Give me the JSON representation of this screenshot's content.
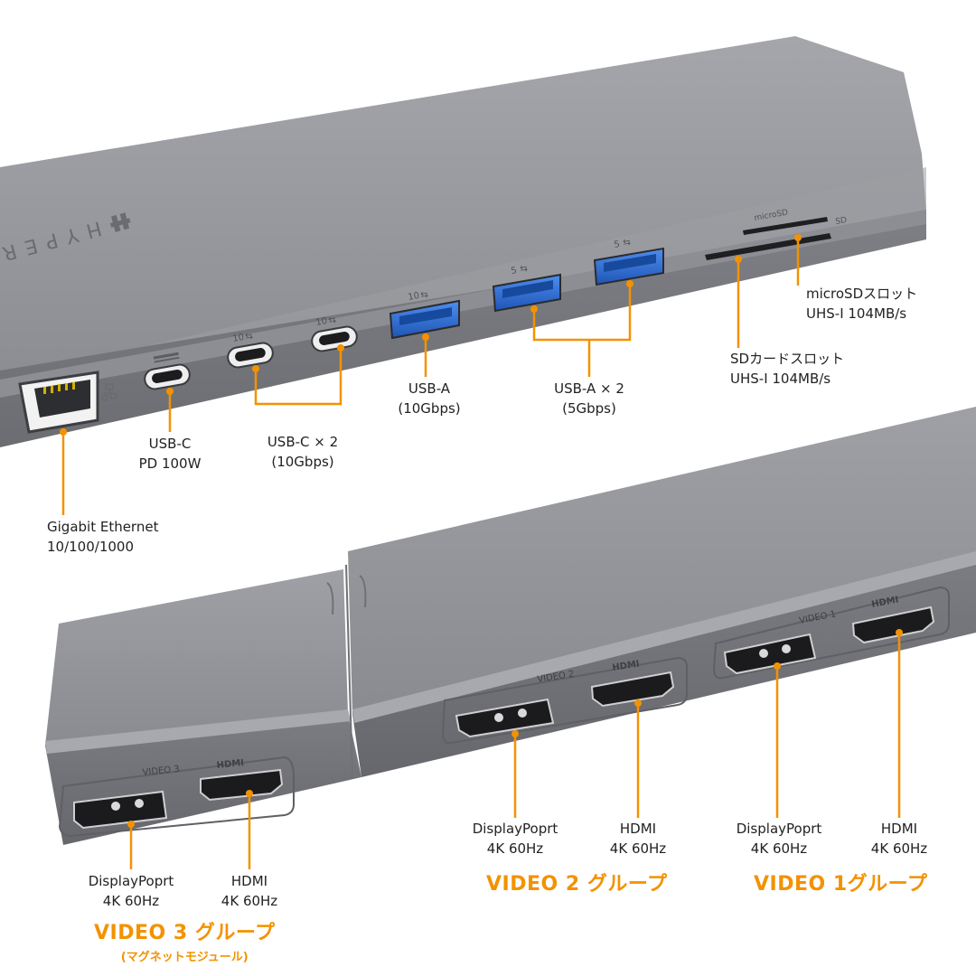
{
  "brand": {
    "name": "HYPER"
  },
  "colors": {
    "body": "#8e8f94",
    "accent": "#f39200",
    "usb_a": "#2f6fd6"
  },
  "ports": {
    "ethernet": {
      "line1": "Gigabit Ethernet",
      "line2": "10/100/1000",
      "icon": "network-icon"
    },
    "usbc_pd": {
      "line1": "USB-C",
      "line2": "PD 100W"
    },
    "usbc_x2": {
      "line1": "USB-C × 2",
      "line2": "(10Gbps)",
      "marking": "10"
    },
    "usba_10": {
      "line1": "USB-A",
      "line2": "(10Gbps)",
      "marking": "10"
    },
    "usba_x2": {
      "line1": "USB-A × 2",
      "line2": "(5Gbps)",
      "marking": "5"
    },
    "sd": {
      "line1": "SDカードスロット",
      "line2": "UHS-I 104MB/s",
      "marking": "SD"
    },
    "microsd": {
      "line1": "microSDスロット",
      "line2": "UHS-I 104MB/s",
      "marking": "microSD"
    }
  },
  "video": {
    "v3": {
      "panel": "VIDEO 3",
      "dp": {
        "line1": "DisplayPoprt",
        "line2": "4K 60Hz"
      },
      "hdmi": {
        "line1": "HDMI",
        "line2": "4K 60Hz"
      },
      "group": "VIDEO 3 グループ",
      "sub": "(マグネットモジュール)"
    },
    "v2": {
      "panel": "VIDEO 2",
      "dp": {
        "line1": "DisplayPoprt",
        "line2": "4K 60Hz"
      },
      "hdmi": {
        "line1": "HDMI",
        "line2": "4K 60Hz"
      },
      "group": "VIDEO 2 グループ"
    },
    "v1": {
      "panel": "VIDEO 1",
      "dp": {
        "line1": "DisplayPoprt",
        "line2": "4K 60Hz"
      },
      "hdmi": {
        "line1": "HDMI",
        "line2": "4K 60Hz"
      },
      "group": "VIDEO 1グループ"
    },
    "hdmi_marking": "HDMI"
  }
}
